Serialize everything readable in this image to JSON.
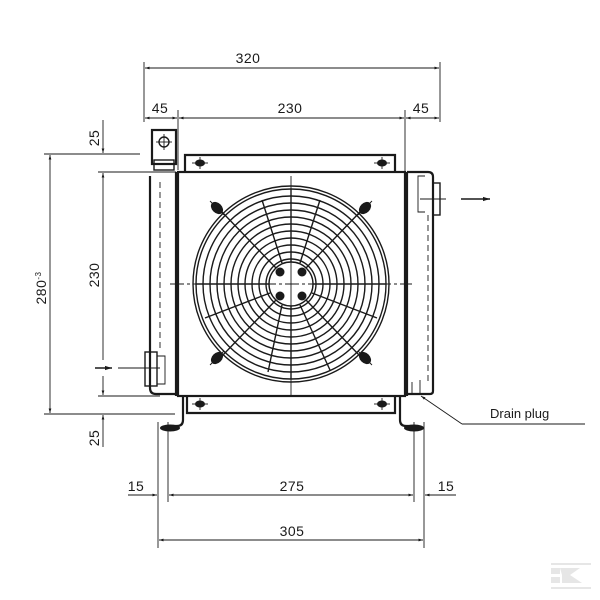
{
  "drawing": {
    "subject": "oil cooler with axial fan - front view",
    "dimensions": {
      "overall_width": "320",
      "left_offset": "45",
      "core_width": "230",
      "right_offset": "45",
      "top_offset": "25",
      "core_height": "230",
      "overall_height": "280-3",
      "overall_height_base": "280",
      "overall_height_tol": "-3",
      "bottom_offset": "25",
      "foot_left_offset": "15",
      "foot_span": "275",
      "foot_right_offset": "15",
      "foot_overall": "305"
    },
    "annotations": {
      "drain_plug": "Drain plug"
    },
    "flow": {
      "inlet_arrow": "right-arrow",
      "outlet_arrow": "right-arrow"
    },
    "watermark": "K-logo"
  }
}
